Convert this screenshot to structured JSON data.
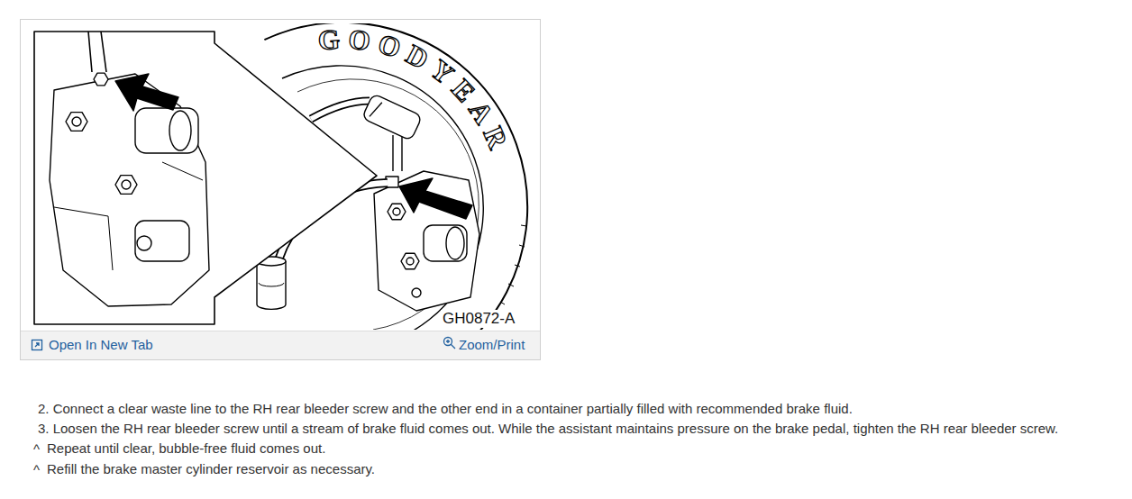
{
  "diagram": {
    "labels": [
      "GOODYEAR",
      "GH0872-A",
      "Open In New Tab",
      "Zoom/Print",
      "2. Connect a clear waste line to the RH rear bleeder screw and the other end in a container partially filled with recommended brake fluid.",
      "3. Loosen the RH rear bleeder screw until a stream of brake fluid comes out. While the assistant maintains pressure on the brake pedal, tighten the RH rear bleeder screw.",
      "^",
      "Repeat until clear, bubble-free fluid comes out.",
      "^",
      "Refill the brake master cylinder reservoir as necessary."
    ]
  }
}
